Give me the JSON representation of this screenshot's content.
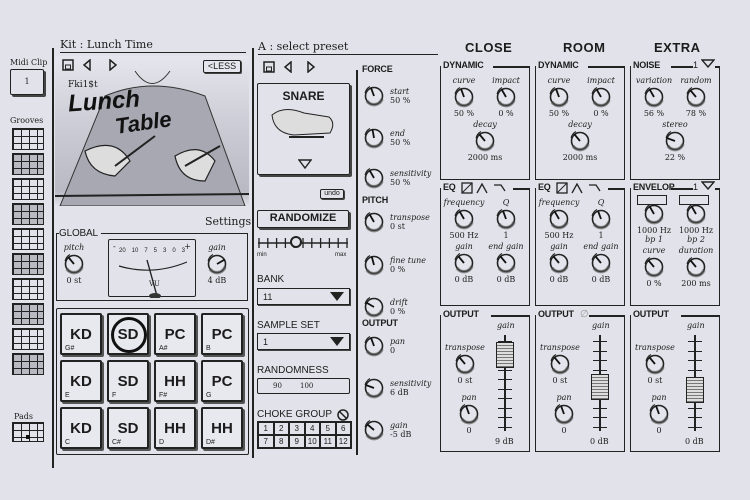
{
  "left": {
    "midi_clip_label": "Midi Clip",
    "midi_clip_value": "1",
    "grooves_label": "Grooves",
    "pads_label": "Pads"
  },
  "kit": {
    "title": "Kit : Lunch Time",
    "less_label": "<LESS",
    "artist": "Fki1$t",
    "album_line1": "Lunch",
    "album_line2": "Table",
    "settings_label": "Settings"
  },
  "global": {
    "label": "GLOBAL",
    "pitch_label": "pitch",
    "pitch_value": "0 st",
    "gain_label": "gain",
    "gain_value": "4 dB",
    "vu_label": "VU",
    "vu_minus": "-",
    "vu_plus": "+",
    "vu_scale": [
      "20",
      "10",
      "7",
      "5",
      "3",
      "0",
      "3"
    ]
  },
  "pads": [
    {
      "name": "KD",
      "note": "G#"
    },
    {
      "name": "SD",
      "note": "",
      "selected": true
    },
    {
      "name": "PC",
      "note": "A#"
    },
    {
      "name": "PC",
      "note": "B"
    },
    {
      "name": "KD",
      "note": "E"
    },
    {
      "name": "SD",
      "note": "F"
    },
    {
      "name": "HH",
      "note": "F#"
    },
    {
      "name": "PC",
      "note": "G"
    },
    {
      "name": "KD",
      "note": "C"
    },
    {
      "name": "SD",
      "note": "C#"
    },
    {
      "name": "HH",
      "note": "D"
    },
    {
      "name": "HH",
      "note": "D#"
    }
  ],
  "preset": {
    "title": "A : select preset",
    "sample_name": "SNARE",
    "undo_label": "undo",
    "randomize_label": "RANDOMIZE",
    "min_label": "min",
    "max_label": "max",
    "randomize_amount": 0.4,
    "bank_label": "BANK",
    "bank_value": "11",
    "sample_set_label": "SAMPLE SET",
    "sample_set_value": "1",
    "randomness_label": "RANDOMNESS",
    "randomness_low": "90",
    "randomness_high": "100",
    "choke_label": "CHOKE GROUP",
    "choke_groups": [
      "1",
      "2",
      "3",
      "4",
      "5",
      "6",
      "7",
      "8",
      "9",
      "10",
      "11",
      "12"
    ]
  },
  "force": {
    "force_title": "FORCE",
    "pitch_title": "PITCH",
    "output_title": "OUTPUT",
    "knobs": [
      {
        "label": "start",
        "value": "50 %"
      },
      {
        "label": "end",
        "value": "50 %"
      },
      {
        "label": "sensitivity",
        "value": "50 %"
      },
      {
        "label": "transpose",
        "value": "0 st"
      },
      {
        "label": "fine tune",
        "value": "0 %"
      },
      {
        "label": "drift",
        "value": "0 %"
      },
      {
        "label": "pan",
        "value": "0"
      },
      {
        "label": "sensitivity",
        "value": "6 dB"
      },
      {
        "label": "gain",
        "value": "-5 dB"
      }
    ]
  },
  "tabs": [
    "CLOSE",
    "ROOM",
    "EXTRA"
  ],
  "close": {
    "dynamic": {
      "title": "DYNAMIC",
      "knobs": [
        {
          "label": "curve",
          "value": "50 %"
        },
        {
          "label": "impact",
          "value": "0 %"
        },
        {
          "label": "decay",
          "value": "2000 ms"
        }
      ]
    },
    "eq": {
      "title": "EQ",
      "knobs": [
        {
          "label": "frequency",
          "value": "500 Hz"
        },
        {
          "label": "Q",
          "value": "1"
        },
        {
          "label": "gain",
          "value": "0 dB"
        },
        {
          "label": "end gain",
          "value": "0 dB"
        }
      ]
    },
    "output": {
      "title": "OUTPUT",
      "transpose_label": "transpose",
      "transpose_value": "0 st",
      "pan_label": "pan",
      "pan_value": "0",
      "gain_label": "gain",
      "gain_value": "9 dB",
      "fader_level": 0.9
    }
  },
  "room": {
    "dynamic": {
      "title": "DYNAMIC",
      "knobs": [
        {
          "label": "curve",
          "value": "50 %"
        },
        {
          "label": "impact",
          "value": "0 %"
        },
        {
          "label": "decay",
          "value": "2000 ms"
        }
      ]
    },
    "eq": {
      "title": "EQ",
      "knobs": [
        {
          "label": "frequency",
          "value": "500 Hz"
        },
        {
          "label": "Q",
          "value": "1"
        },
        {
          "label": "gain",
          "value": "0 dB"
        },
        {
          "label": "end gain",
          "value": "0 dB"
        }
      ]
    },
    "output": {
      "title": "OUTPUT",
      "transpose_label": "transpose",
      "transpose_value": "0 st",
      "pan_label": "pan",
      "pan_value": "0",
      "gain_label": "gain",
      "gain_value": "0 dB",
      "fader_level": 0.45
    }
  },
  "extra": {
    "noise": {
      "title": "NOISE",
      "select_value": "1",
      "knobs": [
        {
          "label": "variation",
          "value": "56 %"
        },
        {
          "label": "random",
          "value": "78 %"
        },
        {
          "label": "stereo",
          "value": "22 %"
        }
      ]
    },
    "envelope": {
      "title": "ENVELOP",
      "select_value": "1",
      "knobs": [
        {
          "label": "bp 1",
          "value": "1000 Hz"
        },
        {
          "label": "bp 2",
          "value": "1000 Hz"
        },
        {
          "label": "curve",
          "value": "0 %"
        },
        {
          "label": "duration",
          "value": "200 ms"
        }
      ]
    },
    "output": {
      "title": "OUTPUT",
      "transpose_label": "transpose",
      "transpose_value": "0 st",
      "pan_label": "pan",
      "pan_value": "0",
      "gain_label": "gain",
      "gain_value": "0 dB",
      "fader_level": 0.4
    }
  }
}
